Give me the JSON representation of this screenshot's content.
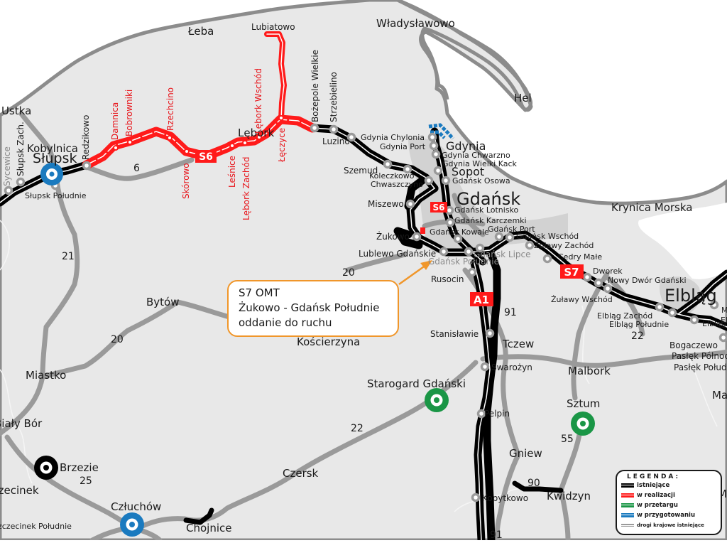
{
  "map": {
    "colors": {
      "land": "#e8e8e8",
      "sea": "#ffffff",
      "coast": "#8c8c8c",
      "national_road": "#9a9a9a",
      "existing": "#000000",
      "in_construction": "#ff1a1a",
      "in_tender": "#1a9646",
      "in_preparation": "#1a7abf",
      "callout_border": "#f0962a"
    },
    "route_badges": [
      {
        "id": "s6-west",
        "label": "S6"
      },
      {
        "id": "s6-gdansk",
        "label": "S6"
      },
      {
        "id": "s7",
        "label": "S7"
      },
      {
        "id": "a1",
        "label": "A1"
      }
    ],
    "towns": {
      "leba": "Łeba",
      "lubiatowo": "Lubiatowo",
      "wladyslawowo": "Władysławowo",
      "hel": "Hel",
      "ustka": "Ustka",
      "kobylnica": "Kobylnica",
      "slupsk": "Słupsk",
      "lebork": "Lębork",
      "luzino": "Luzino",
      "szemud": "Szemud",
      "gdynia": "Gdynia",
      "sopot": "Sopot",
      "gdansk": "Gdańsk",
      "krynica_morska": "Krynica Morska",
      "elblag": "Elbląg",
      "bytow": "Bytów",
      "koscierzyna": "Kościerzyna",
      "miastko": "Miastko",
      "bialy_bor": "Biały Bór",
      "szczecinek": "Szczecinek",
      "czluchow": "Człuchów",
      "chojnice": "Chojnice",
      "czersk": "Czersk",
      "starogard": "Starogard Gdański",
      "tczew": "Tczew",
      "malbork": "Malbork",
      "sztum": "Sztum",
      "gniew": "Gniew",
      "kwidzyn": "Kwidzyn",
      "rusocin": "Rusocin",
      "brzezie": "Brzezie"
    },
    "junctions_existing": [
      "Sycewice",
      "Słupsk Zach.",
      "Słupsk Południe",
      "Redzikowo",
      "Bożepole Wielkie",
      "Strzebielino",
      "Gdynia Chylonia",
      "Gdynia Port",
      "Gdynia Chwarzno",
      "Gdynia Wielki Kack",
      "Gdańsk Osowa",
      "Koleczkowo",
      "Chwaszczyno",
      "Miszewo",
      "Żukowo",
      "Lublewo Gdańskie",
      "Gdańsk Lotnisko",
      "Gdańsk Karczemki",
      "Gdańsk Kowale",
      "Gdańsk Port",
      "Gdańsk Wschód",
      "Gdańsk Lipce",
      "Gdańsk Południe",
      "Żuławy Zachód",
      "Cedry Małe",
      "Dworek",
      "Nowy Dwór Gdański",
      "Żuławy Wschód",
      "Elbląg Zachód",
      "Elbląg Południe",
      "Elbląg",
      "Bogaczewo",
      "Pasłęk Północ",
      "Pasłęk Południe",
      "Stanisławie",
      "Swarożyn",
      "Pelpin",
      "Kopytkowo",
      "Szczecinek Południe"
    ],
    "junctions_construction": [
      "Damnica",
      "Bobrowniki",
      "Rzechcino",
      "Skórowo",
      "Leśnice",
      "Lębork Zachód",
      "Lębork Wschód",
      "Łęczyce"
    ],
    "road_numbers": {
      "r6": "6",
      "r21": "21",
      "r20a": "20",
      "r20b": "20",
      "r22a": "22",
      "r22b": "22",
      "r25": "25",
      "r91a": "91",
      "r91b": "91",
      "r55": "55",
      "r90": "90"
    },
    "edge_labels": {
      "ma": "Ma",
      "mil": "Mił",
      "m": "M",
      "elblag_e": "Elbląg"
    }
  },
  "callout": {
    "line1": "S7 OMT",
    "line2": "Żukowo - Gdańsk Południe",
    "line3": "oddanie do ruchu"
  },
  "legend": {
    "title": "LEGENDA:",
    "items": [
      {
        "label": "istniejące",
        "color": "#000000"
      },
      {
        "label": "w realizacji",
        "color": "#ff1a1a"
      },
      {
        "label": "w przetargu",
        "color": "#1a9646"
      },
      {
        "label": "w przygotowaniu",
        "color": "#1a7abf"
      },
      {
        "label": "drogi krajowe istniejące",
        "color": "#9a9a9a"
      }
    ]
  }
}
